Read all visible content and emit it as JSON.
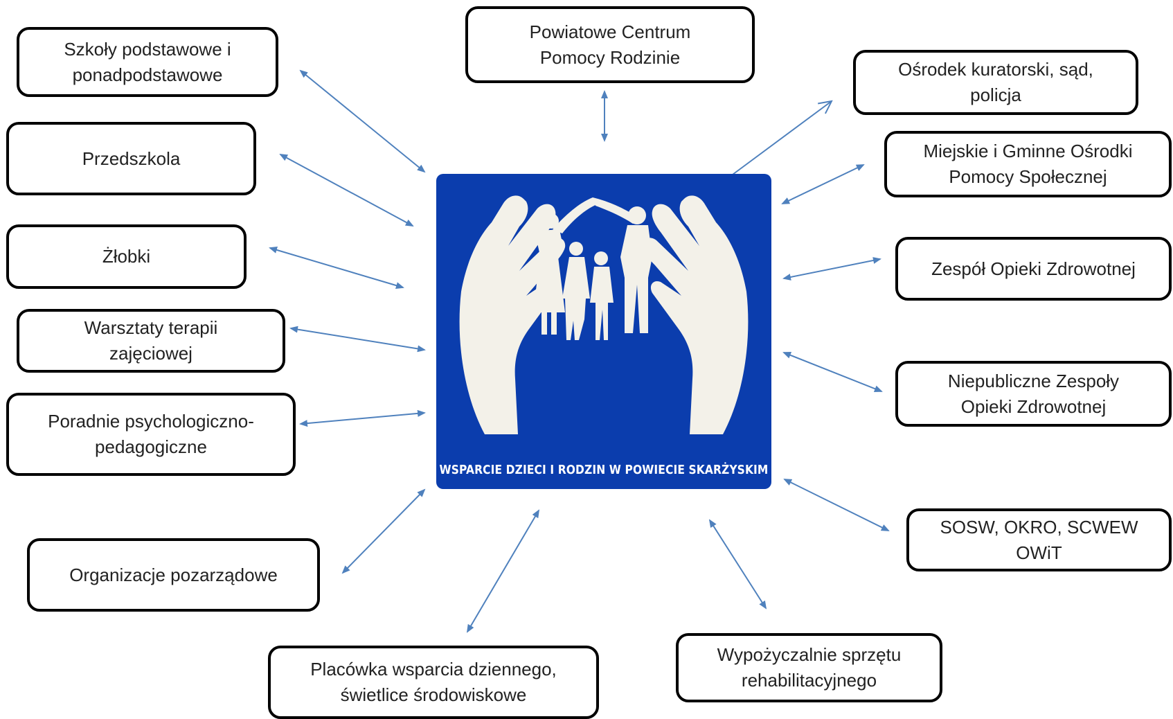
{
  "center": {
    "caption": "WSPARCIE DZIECI I RODZIN W POWIECIE SKARŻYSKIM",
    "background_color": "#0b3dad",
    "icon": "hands-sheltering-family-icon"
  },
  "arrow_color": "#4f81bd",
  "nodes": [
    {
      "id": "pcpr",
      "label": "Powiatowe Centrum\nPomocy Rodzinie"
    },
    {
      "id": "szkoly",
      "label": "Szkoły podstawowe i\nponadpodstawowe"
    },
    {
      "id": "przedszkola",
      "label": "Przedszkola"
    },
    {
      "id": "zlobki",
      "label": "Żłobki"
    },
    {
      "id": "warsztaty",
      "label": "Warsztaty terapii\nzajęciowej"
    },
    {
      "id": "poradnie",
      "label": "Poradnie psychologiczno-\npedagogiczne"
    },
    {
      "id": "organizacje",
      "label": "Organizacje pozarządowe"
    },
    {
      "id": "placowka",
      "label": "Placówka  wsparcia dziennego,\nświetlice środowiskowe"
    },
    {
      "id": "wypozyczalnie",
      "label": "Wypożyczalnie sprzętu\nrehabilitacyjnego"
    },
    {
      "id": "sosw",
      "label": "SOSW, OKRO, SCWEW\nOWiT"
    },
    {
      "id": "niepubliczne",
      "label": "Niepubliczne Zespoły\nOpieki Zdrowotnej"
    },
    {
      "id": "zespol",
      "label": "Zespół Opieki Zdrowotnej"
    },
    {
      "id": "mops",
      "label": "Miejskie i Gminne Ośrodki\nPomocy Społecznej"
    },
    {
      "id": "kurator",
      "label": "Ośrodek kuratorski, sąd,\npolicja"
    }
  ]
}
